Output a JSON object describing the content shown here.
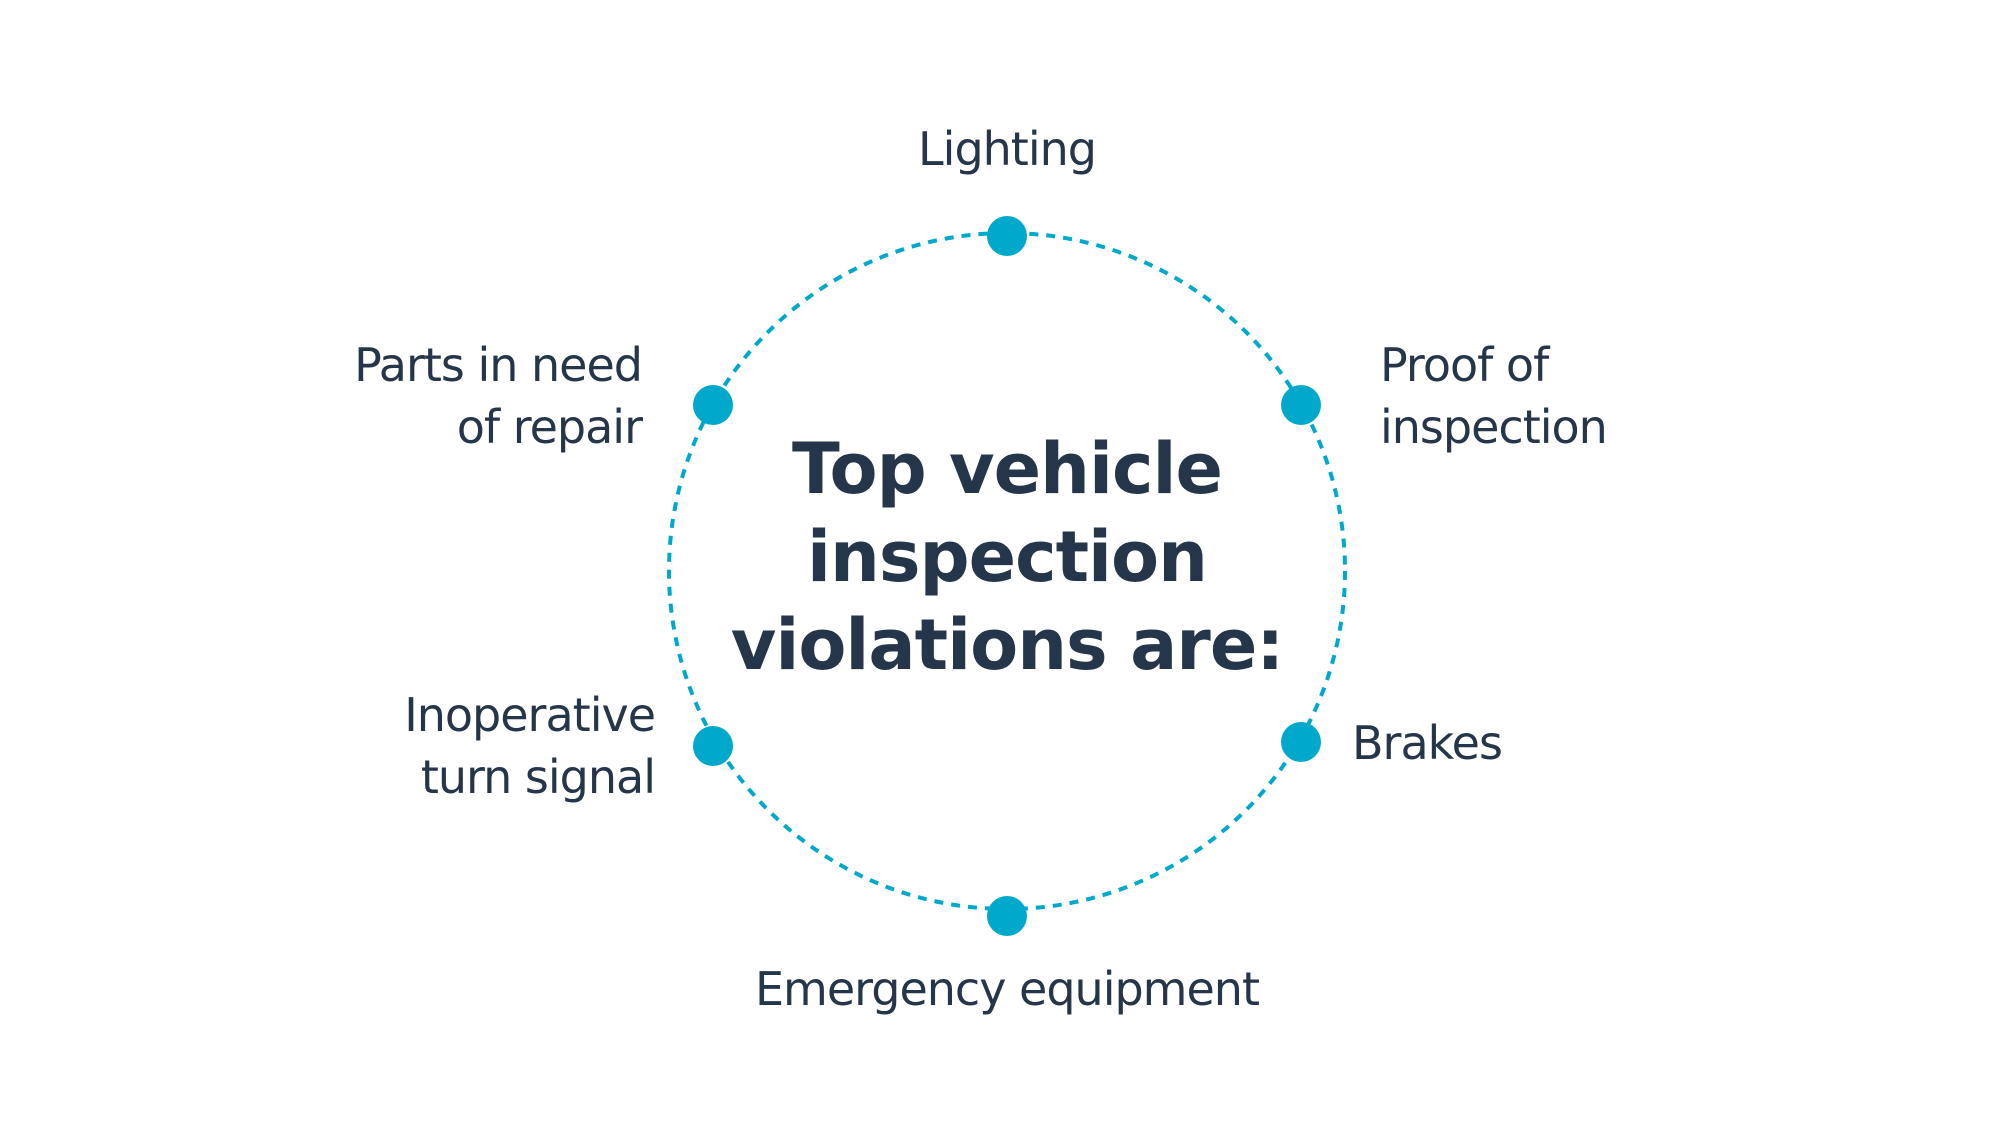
{
  "title": {
    "lines": [
      "Top vehicle",
      "inspection",
      "violations are:"
    ]
  },
  "items": [
    {
      "id": "lighting",
      "lines": [
        "Lighting"
      ],
      "position": "top"
    },
    {
      "id": "proof-of-inspection",
      "lines": [
        "Proof of",
        "inspection"
      ],
      "position": "upper-right"
    },
    {
      "id": "brakes",
      "lines": [
        "Brakes"
      ],
      "position": "lower-right"
    },
    {
      "id": "emergency-equipment",
      "lines": [
        "Emergency equipment"
      ],
      "position": "bottom"
    },
    {
      "id": "inoperative-turn-signal",
      "lines": [
        "Inoperative",
        "turn signal"
      ],
      "position": "lower-left"
    },
    {
      "id": "parts-in-need-of-repair",
      "lines": [
        "Parts in need",
        "of repair"
      ],
      "position": "upper-left"
    }
  ],
  "colors": {
    "accent": "#00A9CB",
    "text": "#26364A",
    "background": "#FFFFFF"
  }
}
